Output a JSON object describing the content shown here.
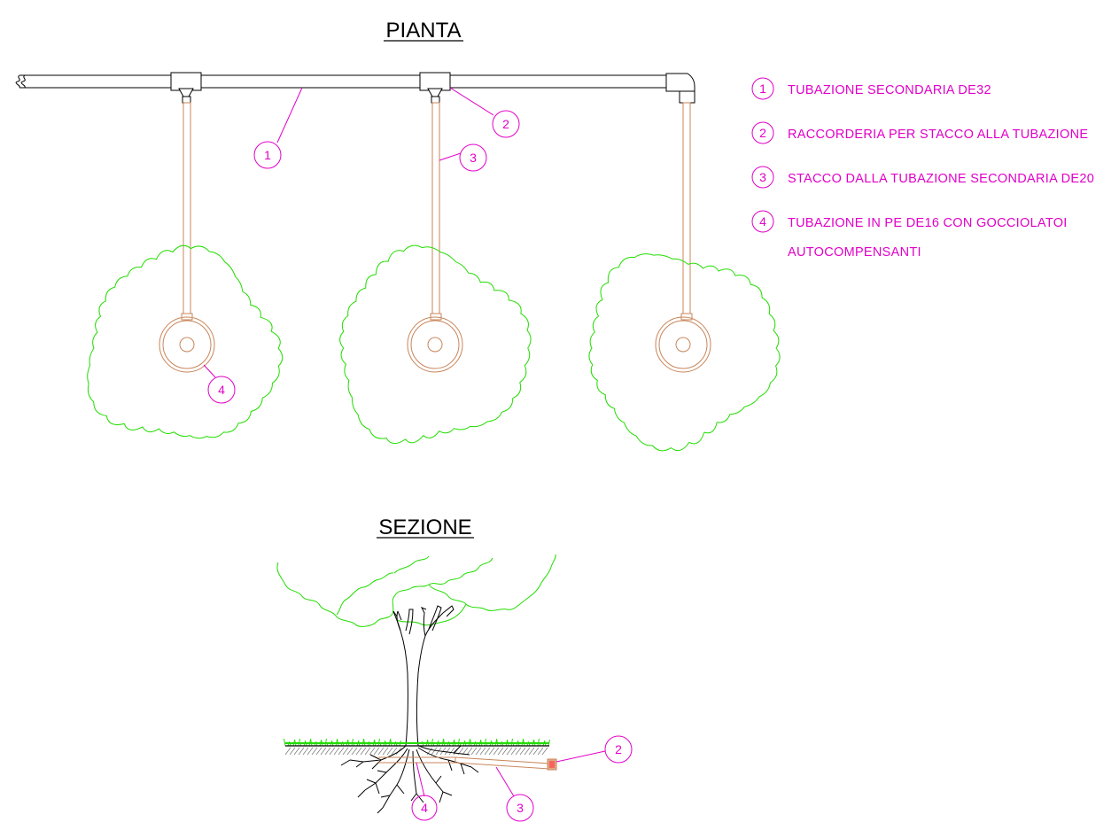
{
  "titles": {
    "plan": "PIANTA",
    "section": "SEZIONE"
  },
  "legend": [
    {
      "num": "1",
      "text": "TUBAZIONE SECONDARIA DE32"
    },
    {
      "num": "2",
      "text": "RACCORDERIA PER STACCO ALLA TUBAZIONE"
    },
    {
      "num": "3",
      "text": "STACCO DALLA TUBAZIONE SECONDARIA DE20"
    },
    {
      "num": "4",
      "text": "TUBAZIONE IN PE DE16 CON GOCCIOLATOI",
      "text2": "AUTOCOMPENSANTI"
    }
  ],
  "callouts": {
    "plan_pipe": "1",
    "plan_fitting": "2",
    "plan_branch": "3",
    "plan_dripline": "4",
    "section_fitting": "2",
    "section_branch": "3",
    "section_dripline": "4"
  },
  "colors": {
    "annotation": "#e100c8",
    "vegetation": "#22dd00",
    "dripline": "#c8855a",
    "pipe": "#000000"
  }
}
